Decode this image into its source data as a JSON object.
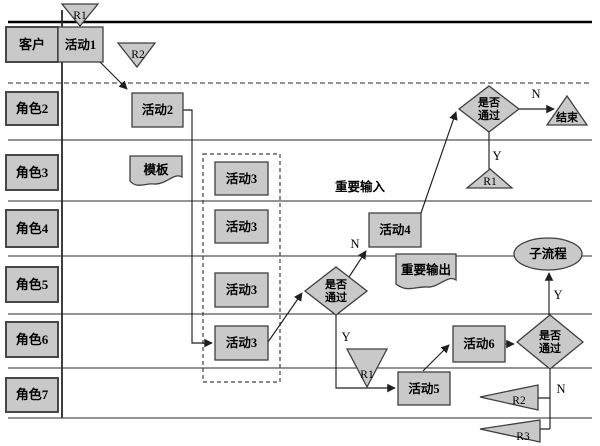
{
  "lanes": [
    {
      "label": "客户"
    },
    {
      "label": "角色2"
    },
    {
      "label": "角色3"
    },
    {
      "label": "角色4"
    },
    {
      "label": "角色5"
    },
    {
      "label": "角色6"
    },
    {
      "label": "角色7"
    }
  ],
  "activities": {
    "a1": "活动1",
    "a2": "活动2",
    "a3": "活动3",
    "a4": "活动4",
    "a5": "活动5",
    "a6": "活动6"
  },
  "decision_label": {
    "line1": "是否",
    "line2": "通过"
  },
  "documents": {
    "template": "模板",
    "important_output": "重要输出"
  },
  "annotations": {
    "important_input": "重要输入"
  },
  "terminators": {
    "end": "结束",
    "subprocess": "子流程"
  },
  "ref_labels": {
    "r1": "R1",
    "r2": "R2",
    "r3": "R3"
  },
  "branch_labels": {
    "yes": "Y",
    "no": "N"
  },
  "colors": {
    "background": "#ffffff",
    "shape_fill": "#c9c9c9",
    "shape_stroke": "#3f3f3f",
    "line_color": "#1f1f1f"
  }
}
